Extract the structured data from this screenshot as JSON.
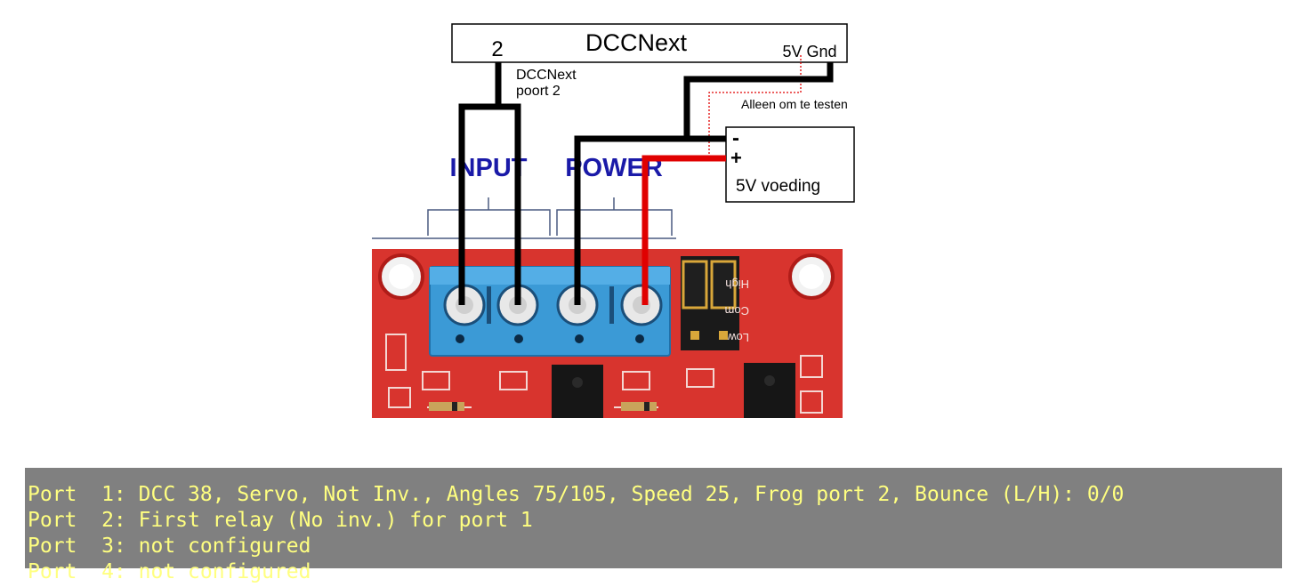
{
  "diagram": {
    "controller": {
      "title": "DCCNext",
      "port_number": "2",
      "supply_label": "5V Gnd",
      "port_note_line1": "DCCNext",
      "port_note_line2": "poort 2"
    },
    "test_note": "Alleen om te testen",
    "power_supply": {
      "minus": "-",
      "plus": "+",
      "label": "5V voeding"
    },
    "board": {
      "input_label": "INPUT",
      "power_label": "POWER",
      "jumper_labels": [
        "High",
        "Com",
        "Low"
      ]
    },
    "colors": {
      "wire_signal": "#000000",
      "wire_positive": "#e00000",
      "test_line": "#e00000",
      "pcb": "#d8342e",
      "terminal_block": "#3b9ad6",
      "board_text": "#1a1aa8"
    }
  },
  "console": {
    "background": "#808080",
    "text_color": "#ffff80",
    "lines": [
      "Port  1: DCC 38, Servo, Not Inv., Angles 75/105, Speed 25, Frog port 2, Bounce (L/H): 0/0",
      "Port  2: First relay (No inv.) for port 1",
      "Port  3: not configured",
      "Port  4: not configured"
    ]
  }
}
